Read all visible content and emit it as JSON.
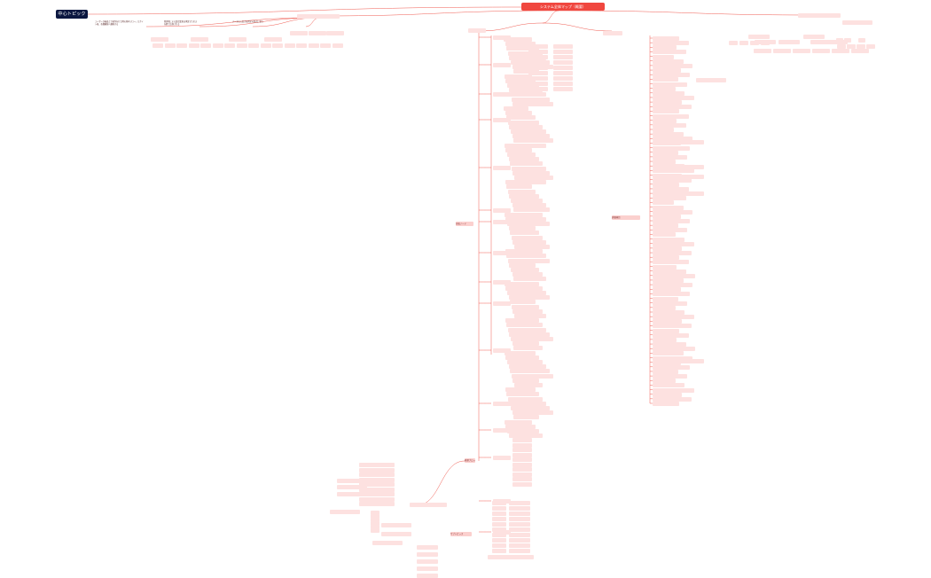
{
  "central_topic": "中心トピック",
  "root_label": "システム全体マップ（概要）",
  "colors": {
    "line": "#f05a50",
    "node_fill": "#fde1e0",
    "branch_fill": "#fbd0ce",
    "central_fill": "#0b1740",
    "root_fill": "#f0473f"
  },
  "top_notes": [
    "ユーザーが画面上で操作を行う際の基本フロー。ログイン後、各種機能へ遷移する",
    "管理者による設定変更は承認プロセスを経て反映される",
    "データの入出力は所定の形式に従う"
  ],
  "branches": [
    {
      "label": "分岐ノード"
    },
    {
      "label": "処理ブロック"
    },
    {
      "label": "詳細項目"
    },
    {
      "label": "サブトピック"
    }
  ]
}
